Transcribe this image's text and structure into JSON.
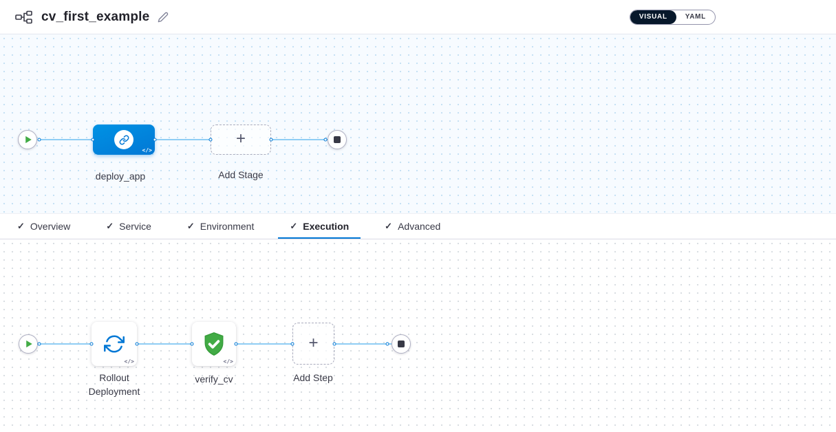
{
  "header": {
    "title": "cv_first_example",
    "view_toggle": {
      "visual_label": "VISUAL",
      "yaml_label": "YAML",
      "selected": "VISUAL"
    }
  },
  "stage_pipeline": {
    "stage_label": "deploy_app",
    "add_stage_label": "Add Stage"
  },
  "tabs": [
    {
      "label": "Overview",
      "checked": true,
      "active": false
    },
    {
      "label": "Service",
      "checked": true,
      "active": false
    },
    {
      "label": "Environment",
      "checked": true,
      "active": false
    },
    {
      "label": "Execution",
      "checked": true,
      "active": true
    },
    {
      "label": "Advanced",
      "checked": true,
      "active": false
    }
  ],
  "execution": {
    "steps": [
      {
        "label": "Rollout Deployment",
        "icon": "rollout-circular-arrows-icon"
      },
      {
        "label": "verify_cv",
        "icon": "shield-check-icon"
      }
    ],
    "add_step_label": "Add Step"
  },
  "icons": {
    "pipeline": "pipeline-icon",
    "edit": "edit-pencil-icon",
    "play": "play-icon",
    "stop": "stop-icon",
    "stage": "link-icon",
    "check": "✓",
    "plus": "+",
    "code_badge": "</>"
  },
  "colors": {
    "accent_blue": "#0278d5",
    "stage_blue": "#0092e4",
    "connector_blue": "#8fcdf4",
    "success_green": "#42ab45",
    "dark_navy": "#07182b"
  }
}
